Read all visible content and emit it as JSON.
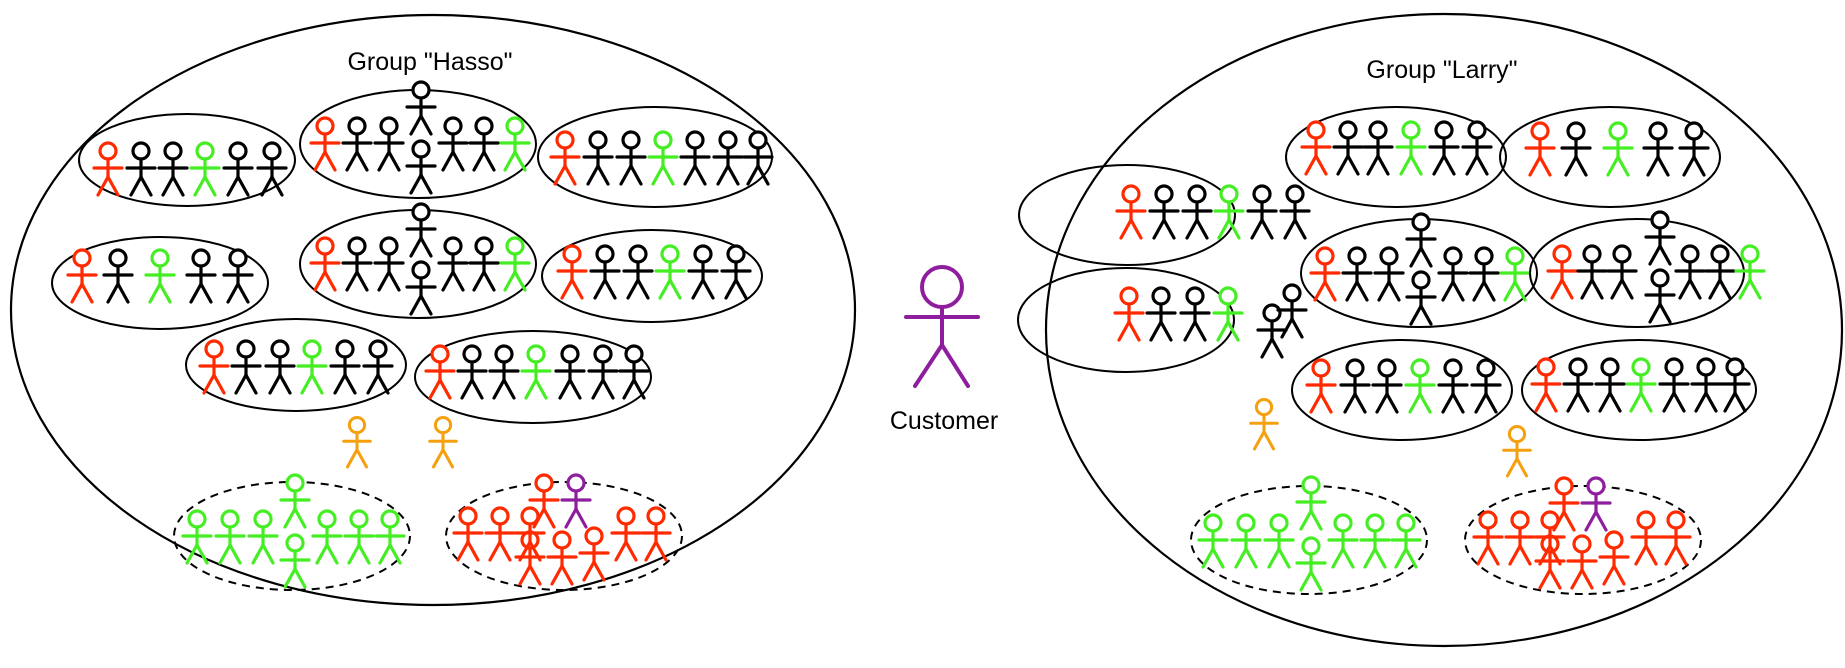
{
  "colors": {
    "outline": "#000000",
    "red": "#ff2a00",
    "black": "#000000",
    "green": "#44ee22",
    "orange": "#f5a00f",
    "purple": "#8e1e9e"
  },
  "customer": {
    "label": "Customer",
    "color": "purple"
  },
  "groups": [
    {
      "title": "Group \"Hasso\"",
      "teams": [
        {
          "members": [
            "red",
            "black",
            "black",
            "green",
            "black",
            "black"
          ]
        },
        {
          "members": [
            "red",
            "black",
            "black",
            "black",
            "black",
            "black",
            "green",
            "black"
          ]
        },
        {
          "members": [
            "red",
            "black",
            "black",
            "green",
            "black",
            "black",
            "black"
          ]
        },
        {
          "members": [
            "red",
            "black",
            "green",
            "black",
            "black"
          ]
        },
        {
          "members": [
            "red",
            "black",
            "black",
            "black",
            "black",
            "black",
            "green",
            "black"
          ]
        },
        {
          "members": [
            "red",
            "black",
            "black",
            "green",
            "black",
            "black"
          ]
        },
        {
          "members": [
            "red",
            "black",
            "black",
            "green",
            "black",
            "black"
          ]
        },
        {
          "members": [
            "red",
            "black",
            "black",
            "green",
            "black",
            "black",
            "black"
          ]
        }
      ],
      "unassigned": [
        "orange",
        "orange"
      ],
      "pools": [
        {
          "style": "dashed",
          "members": [
            "green",
            "green",
            "green",
            "green",
            "green",
            "green",
            "green",
            "green"
          ]
        },
        {
          "style": "dashed",
          "members": [
            "red",
            "red",
            "red",
            "purple",
            "red",
            "red",
            "red",
            "red",
            "red",
            "red"
          ]
        }
      ]
    },
    {
      "title": "Group \"Larry\"",
      "teams": [
        {
          "members": [
            "red",
            "black",
            "black",
            "green",
            "black",
            "black"
          ]
        },
        {
          "members": [
            "red",
            "black",
            "green",
            "black",
            "black"
          ]
        },
        {
          "members": [
            "red",
            "black",
            "black",
            "green",
            "black",
            "black"
          ]
        },
        {
          "members": [
            "red",
            "black",
            "black",
            "black",
            "black",
            "black",
            "green",
            "black"
          ]
        },
        {
          "members": [
            "red",
            "black",
            "black",
            "black",
            "black",
            "black",
            "green",
            "black"
          ]
        },
        {
          "members": [
            "red",
            "black",
            "black",
            "green",
            "black",
            "black"
          ]
        },
        {
          "members": [
            "red",
            "black",
            "black",
            "green",
            "black",
            "black"
          ]
        },
        {
          "members": [
            "red",
            "black",
            "black",
            "green",
            "black",
            "black",
            "black"
          ]
        }
      ],
      "unassigned": [
        "orange",
        "orange"
      ],
      "pools": [
        {
          "style": "dashed",
          "members": [
            "green",
            "green",
            "green",
            "green",
            "green",
            "green",
            "green",
            "green"
          ]
        },
        {
          "style": "dashed",
          "members": [
            "red",
            "red",
            "red",
            "purple",
            "red",
            "red",
            "red",
            "red",
            "red",
            "red"
          ]
        }
      ]
    }
  ]
}
